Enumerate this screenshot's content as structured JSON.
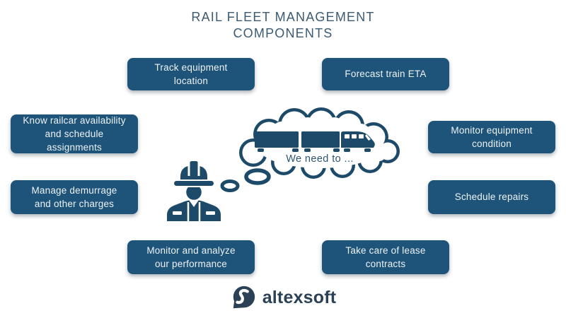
{
  "title": {
    "line1": "RAIL FLEET MANAGEMENT",
    "line2": "COMPONENTS"
  },
  "boxes": [
    {
      "label": "Track equipment\nlocation"
    },
    {
      "label": "Forecast train ETA"
    },
    {
      "label": "Know railcar availability\nand schedule\nassignments"
    },
    {
      "label": "Monitor equipment\ncondition"
    },
    {
      "label": "Manage demurrage\nand other charges"
    },
    {
      "label": "Schedule repairs"
    },
    {
      "label": "Monitor and analyze\nour performance"
    },
    {
      "label": "Take care of lease\ncontracts"
    }
  ],
  "thought": {
    "text": "We need to ..."
  },
  "logo": {
    "text": "altexsoft"
  },
  "icons": {
    "worker": "construction-worker-icon",
    "train": "freight-train-icon",
    "cloud": "thought-cloud-icon",
    "logo_mark": "altexsoft-speech-bubble-icon"
  },
  "colors": {
    "box_fill": "#1e5479",
    "box_text": "#edf2f6",
    "title_text": "#3b5a73",
    "illustration": "#1d4a68",
    "thought_text": "#2d5571",
    "logo_text": "#2b4156"
  }
}
